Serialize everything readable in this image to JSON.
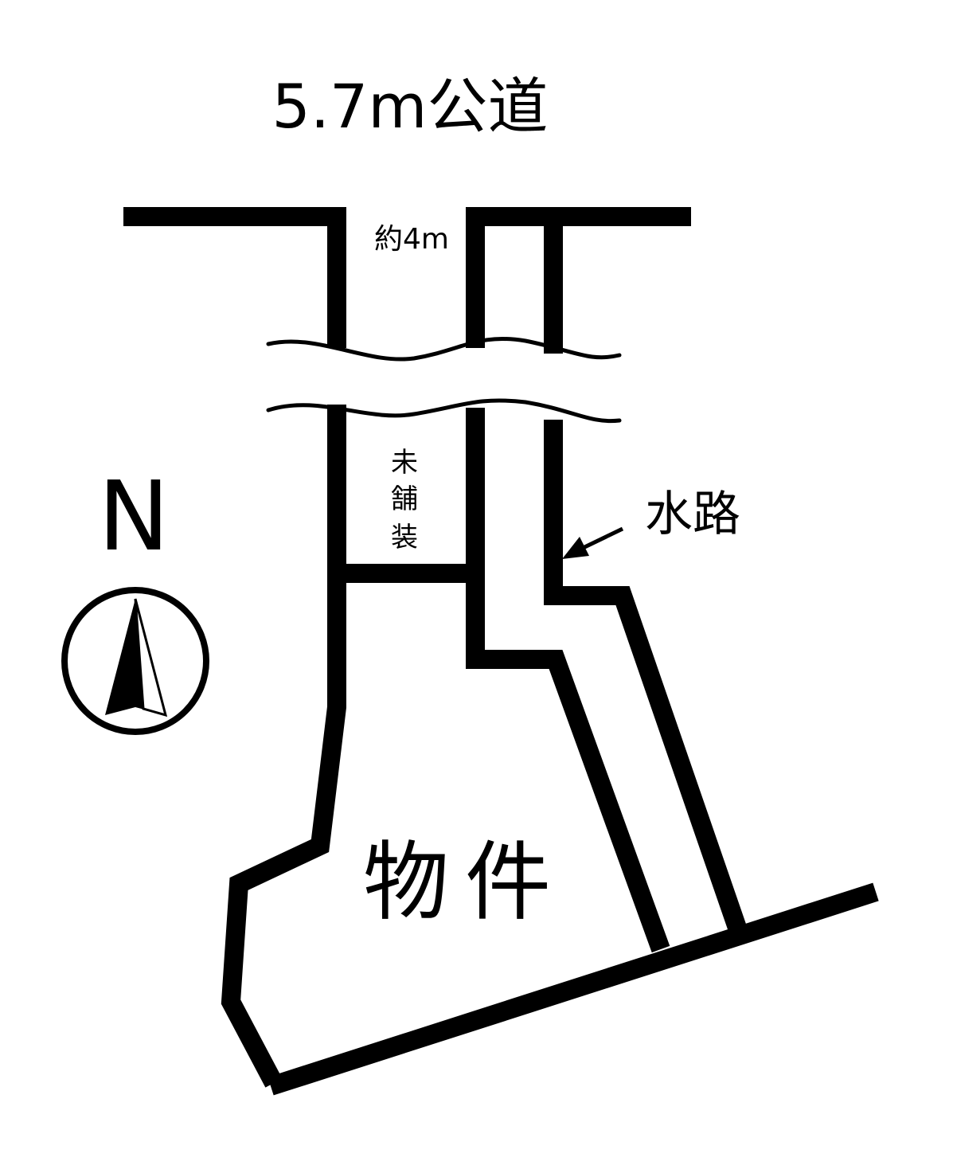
{
  "labels": {
    "road": "5.7m公道",
    "width": "約4m",
    "unpaved": [
      "未",
      "舗",
      "装"
    ],
    "waterway": "水路",
    "property": "物件",
    "north": "N"
  },
  "colors": {
    "line": "#000000",
    "background": "#ffffff"
  },
  "icons": {
    "compass": "north-arrow-icon",
    "pointer": "arrow-icon"
  }
}
